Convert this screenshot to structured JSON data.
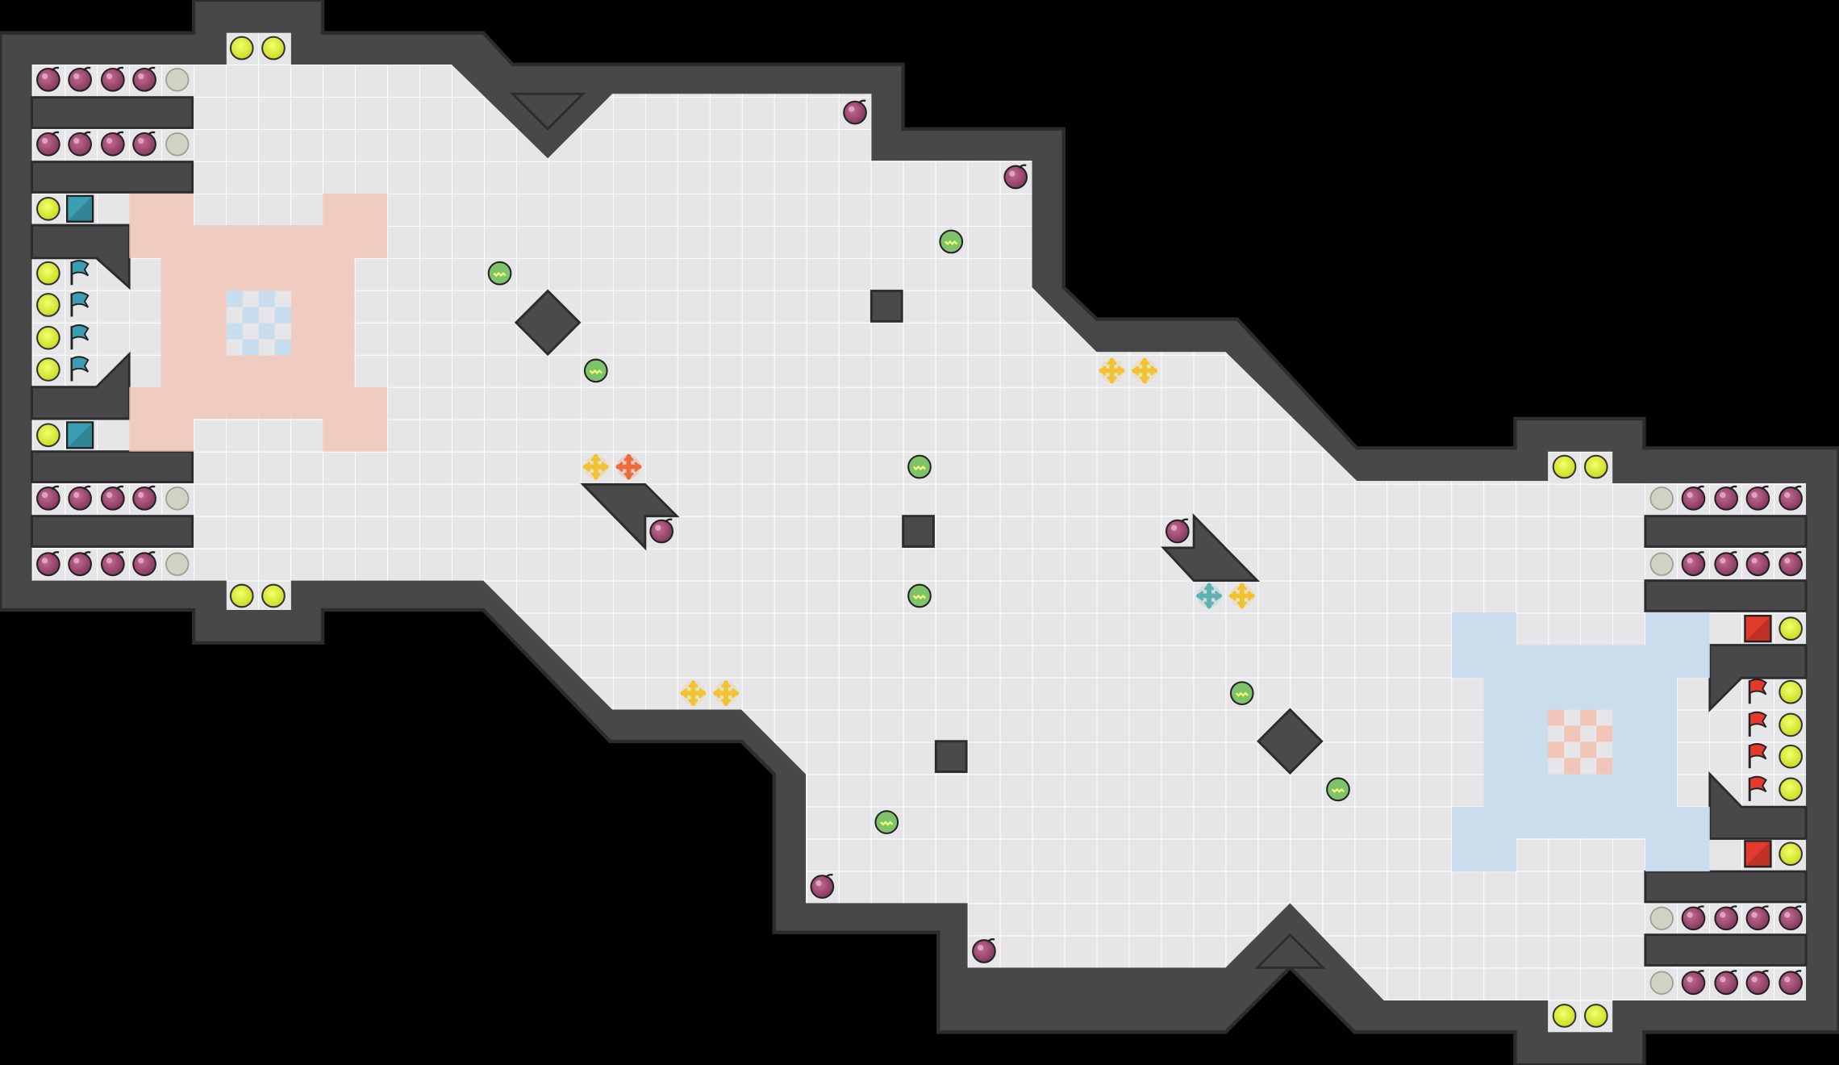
{
  "map": {
    "name": "",
    "background": "#000000",
    "wall_color": "#4a4a4c",
    "wall_edge": "#2f2f31",
    "floor_color": "#e6e6e9",
    "grid_color": "#ffffff",
    "team_red_zone": "#f1c6b8",
    "team_blue_zone": "#c7dcec",
    "red_flag_color": "#e23a2c",
    "blue_flag_color": "#3a9db0"
  },
  "teams": {
    "blue": {
      "base_side": "left",
      "flag_count": 4,
      "icon": "blue-flag-icon"
    },
    "red": {
      "base_side": "right",
      "flag_count": 4,
      "icon": "red-flag-icon"
    }
  },
  "items": {
    "bomb": {
      "icon": "bomb-icon",
      "color": "#9c4a6e"
    },
    "boost": {
      "icon": "boost-icon",
      "color": "#f2c230"
    },
    "red_boost": {
      "icon": "red-boost-icon",
      "color": "#ef6c3a"
    },
    "blue_boost": {
      "icon": "blue-boost-icon",
      "color": "#5fb0b0"
    },
    "gate_button": {
      "icon": "gate-button-icon",
      "color": "#7ec36a"
    },
    "spawn_token": {
      "icon": "spawn-token-icon",
      "color": "#d7ec2c"
    },
    "empty_slot": {
      "icon": "empty-slot-icon",
      "color": "#cfd3c3"
    }
  }
}
